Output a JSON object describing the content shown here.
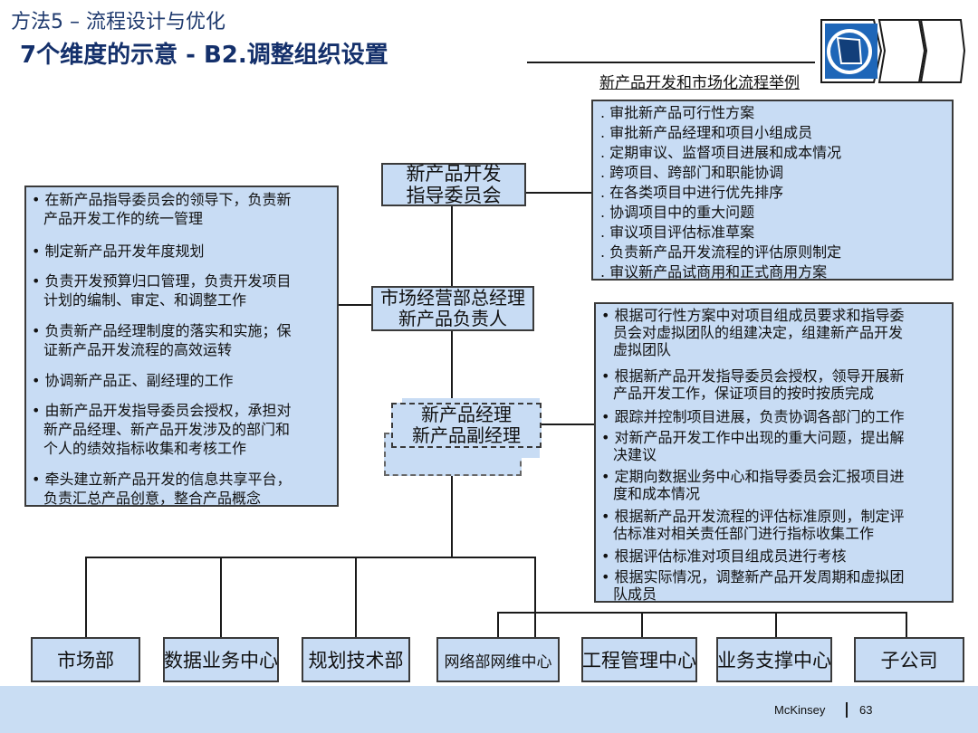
{
  "header": {
    "subtitle": "方法5 – 流程设计与优化",
    "title": "7个维度的示意 - B2.调整组织设置",
    "example_label": "新产品开发和市场化流程举例"
  },
  "org": {
    "committee": [
      "新产品开发",
      "指导委员会"
    ],
    "gm": [
      "市场经营部总经理",
      "新产品负责人"
    ],
    "pm": [
      "新产品经理",
      "新产品副经理"
    ]
  },
  "committee_duties": [
    "审批新产品可行性方案",
    "审批新产品经理和项目小组成员",
    "定期审议、监督项目进展和成本情况",
    "跨项目、跨部门和职能协调",
    "在各类项目中进行优先排序",
    "协调项目中的重大问题",
    "审议项目评估标准草案",
    "负责新产品开发流程的评估原则制定",
    "审议新产品试商用和正式商用方案"
  ],
  "gm_duties": [
    [
      "在新产品指导委员会的领导下，负责新",
      "产品开发工作的统一管理"
    ],
    [
      "制定新产品开发年度规划"
    ],
    [
      "负责开发预算归口管理，负责开发项目",
      "计划的编制、审定、和调整工作"
    ],
    [
      "负责新产品经理制度的落实和实施；保",
      "证新产品开发流程的高效运转"
    ],
    [
      "协调新产品正、副经理的工作"
    ],
    [
      "由新产品开发指导委员会授权，承担对",
      "新产品经理、新产品开发涉及的部门和",
      "个人的绩效指标收集和考核工作"
    ],
    [
      "牵头建立新产品开发的信息共享平台，",
      "负责汇总产品创意，整合产品概念"
    ]
  ],
  "pm_duties": [
    [
      "根据可行性方案中对项目组成员要求和指导委",
      "员会对虚拟团队的组建决定，组建新产品开发",
      "虚拟团队"
    ],
    [
      "根据新产品开发指导委员会授权，领导开展新",
      "产品开发工作，保证项目的按时按质完成"
    ],
    [
      "跟踪并控制项目进展，负责协调各部门的工作"
    ],
    [
      "对新产品开发工作中出现的重大问题，提出解",
      "决建议"
    ],
    [
      "定期向数据业务中心和指导委员会汇报项目进",
      "度和成本情况"
    ],
    [
      "根据新产品开发流程的评估标准原则，制定评",
      "估标准对相关责任部门进行指标收集工作"
    ],
    [
      "根据评估标准对项目组成员进行考核"
    ],
    [
      "根据实际情况，调整新产品开发周期和虚拟团",
      "队成员"
    ]
  ],
  "departments": [
    "市场部",
    "数据业务中心",
    "规划技术部",
    "网络部网维中心",
    "工程管理中心",
    "业务支撑中心",
    "子公司"
  ],
  "footer": {
    "brand": "McKinsey",
    "page": "63"
  }
}
